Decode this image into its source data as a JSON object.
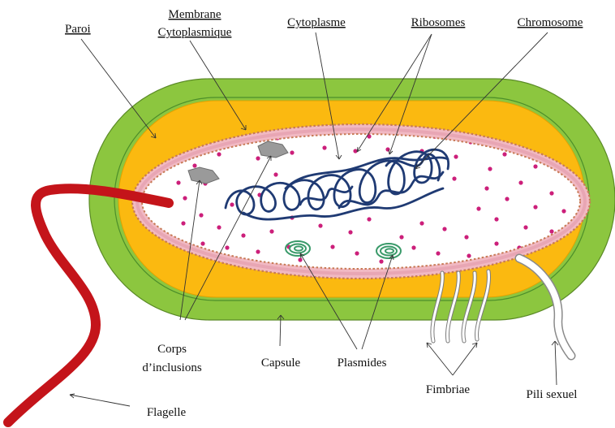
{
  "colors": {
    "capsule": "#8cc63f",
    "wall": "#fbb910",
    "membrane": "#e8a6b4",
    "ribosome": "#cc1f7a",
    "chromosome": "#1f3a73",
    "plasmid": "#3a9a6a",
    "flagellum": "#c4141a",
    "inclusion": "#9a9a9a"
  },
  "labels": {
    "paroi": "Paroi",
    "membrane_line1": "Membrane",
    "membrane_line2": "Cytoplasmique",
    "cytoplasme": "Cytoplasme",
    "ribosomes": "Ribosomes",
    "chromosome": "Chromosome",
    "corps_line1": "Corps",
    "corps_line2": "d’inclusions",
    "capsule": "Capsule",
    "plasmides": "Plasmides",
    "fimbriae": "Fimbriae",
    "pili": "Pili sexuel",
    "flagelle": "Flagelle"
  }
}
